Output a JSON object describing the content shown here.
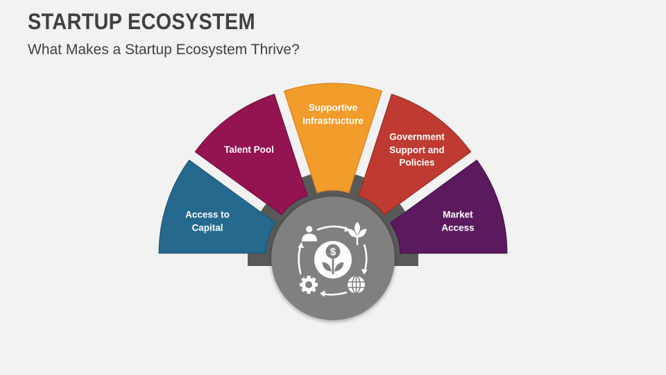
{
  "header": {
    "title": "STARTUP ECOSYSTEM",
    "subtitle": "What Makes a Startup Ecosystem Thrive?"
  },
  "diagram": {
    "background_color": "#f2f2f2",
    "base_band_color": "#595959",
    "hub_color": "#808080",
    "icon_color": "#ffffff",
    "segments": [
      {
        "label_lines": [
          "Access to",
          "Capital"
        ],
        "color": "#25698f",
        "border_color": "#1d5575"
      },
      {
        "label_lines": [
          "Talent Pool"
        ],
        "color": "#931450",
        "border_color": "#740e3e"
      },
      {
        "label_lines": [
          "Supportive",
          "Infrastructure"
        ],
        "color": "#f29c2b",
        "border_color": "#d4841c"
      },
      {
        "label_lines": [
          "Government",
          "Support and",
          "Policies"
        ],
        "color": "#bf3a30",
        "border_color": "#9c2c24"
      },
      {
        "label_lines": [
          "Market",
          "Access"
        ],
        "color": "#5b1a5e",
        "border_color": "#45104a"
      }
    ],
    "hub_icons": [
      "person-icon",
      "plant-icon",
      "globe-icon",
      "gear-icon",
      "money-plant-icon",
      "cycle-arrows-icon"
    ],
    "hub_coin_symbol": "$"
  }
}
